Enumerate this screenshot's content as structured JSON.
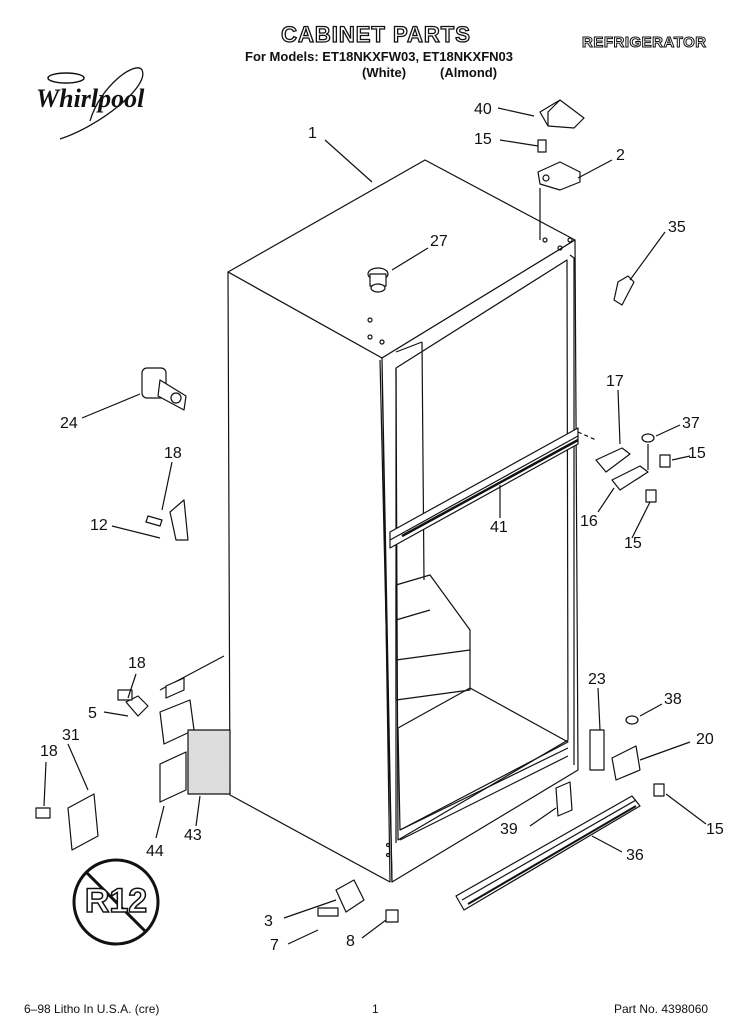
{
  "header": {
    "title": "CABINET PARTS",
    "models_line": "For Models: ET18NKXFW03, ET18NKXFN03",
    "variant_white": "(White)",
    "variant_almond": "(Almond)",
    "category": "REFRIGERATOR",
    "brand": "Whirlpool"
  },
  "badge": {
    "text": "R12"
  },
  "callouts": [
    {
      "id": "1",
      "label": "1"
    },
    {
      "id": "2",
      "label": "2"
    },
    {
      "id": "3",
      "label": "3"
    },
    {
      "id": "5",
      "label": "5"
    },
    {
      "id": "7",
      "label": "7"
    },
    {
      "id": "8",
      "label": "8"
    },
    {
      "id": "12",
      "label": "12"
    },
    {
      "id": "15a",
      "label": "15"
    },
    {
      "id": "15b",
      "label": "15"
    },
    {
      "id": "15c",
      "label": "15"
    },
    {
      "id": "15d",
      "label": "15"
    },
    {
      "id": "16",
      "label": "16"
    },
    {
      "id": "17",
      "label": "17"
    },
    {
      "id": "18a",
      "label": "18"
    },
    {
      "id": "18b",
      "label": "18"
    },
    {
      "id": "18c",
      "label": "18"
    },
    {
      "id": "20",
      "label": "20"
    },
    {
      "id": "23",
      "label": "23"
    },
    {
      "id": "24",
      "label": "24"
    },
    {
      "id": "27",
      "label": "27"
    },
    {
      "id": "31",
      "label": "31"
    },
    {
      "id": "35",
      "label": "35"
    },
    {
      "id": "36",
      "label": "36"
    },
    {
      "id": "37",
      "label": "37"
    },
    {
      "id": "38",
      "label": "38"
    },
    {
      "id": "39",
      "label": "39"
    },
    {
      "id": "40",
      "label": "40"
    },
    {
      "id": "41",
      "label": "41"
    },
    {
      "id": "43",
      "label": "43"
    },
    {
      "id": "44",
      "label": "44"
    }
  ],
  "footer": {
    "litho": "6–98 Litho In U.S.A. (cre)",
    "page": "1",
    "part_no": "Part No. 4398060"
  }
}
